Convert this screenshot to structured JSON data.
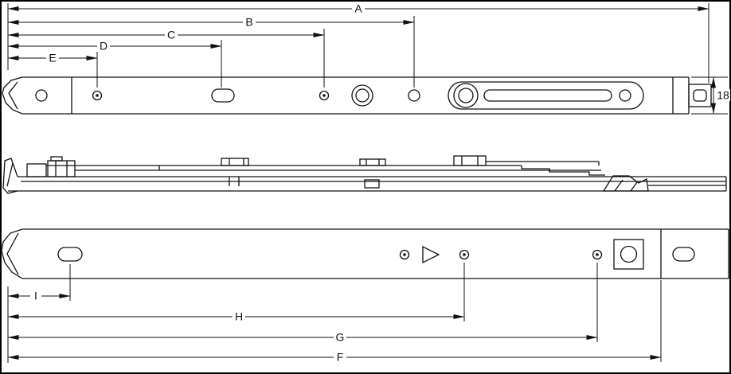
{
  "dimensions": {
    "top": [
      {
        "label": "A"
      },
      {
        "label": "B"
      },
      {
        "label": "C"
      },
      {
        "label": "D"
      },
      {
        "label": "E"
      }
    ],
    "height": {
      "label": "18"
    },
    "bottom": [
      {
        "label": "I"
      },
      {
        "label": "H"
      },
      {
        "label": "G"
      },
      {
        "label": "F"
      }
    ]
  }
}
